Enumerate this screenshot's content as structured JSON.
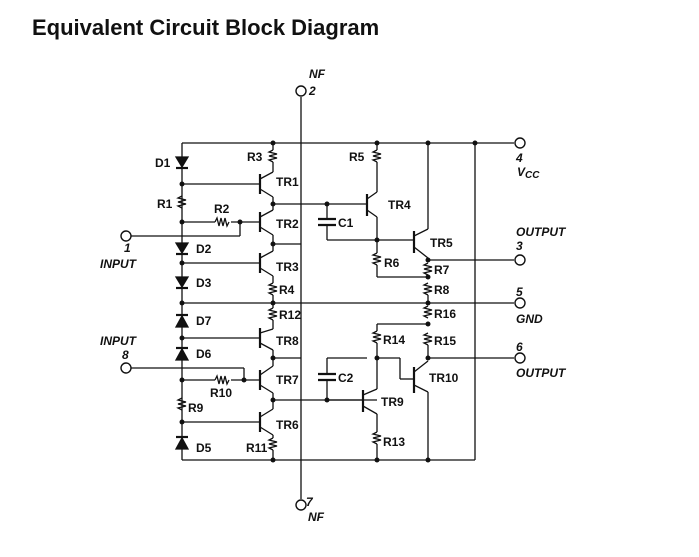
{
  "title": "Equivalent Circuit Block Diagram",
  "pins": {
    "nf2": {
      "number": "2",
      "name": "NF"
    },
    "vcc4": {
      "number": "4",
      "name": "VCC"
    },
    "out3": {
      "number": "3",
      "name": "OUTPUT"
    },
    "gnd5": {
      "number": "5",
      "name": "GND"
    },
    "out6": {
      "number": "6",
      "name": "OUTPUT"
    },
    "in1": {
      "number": "1",
      "name": "INPUT"
    },
    "in8": {
      "number": "8",
      "name": "INPUT"
    },
    "nf7": {
      "number": "7",
      "name": "NF"
    }
  },
  "components": {
    "diodes": [
      "D1",
      "D2",
      "D3",
      "D7",
      "D6",
      "D5"
    ],
    "resistors": [
      "R1",
      "R2",
      "R3",
      "R4",
      "R5",
      "R6",
      "R7",
      "R8",
      "R9",
      "R10",
      "R11",
      "R12",
      "R13",
      "R14",
      "R15",
      "R16"
    ],
    "transistors": [
      "TR1",
      "TR2",
      "TR3",
      "TR4",
      "TR5",
      "TR6",
      "TR7",
      "TR8",
      "TR9",
      "TR10"
    ],
    "capacitors": [
      "C1",
      "C2"
    ]
  }
}
